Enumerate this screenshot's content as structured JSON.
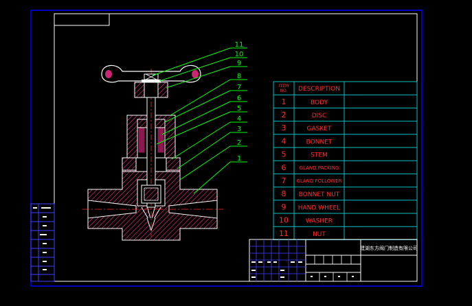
{
  "drawing": {
    "company": "建湖东方阀门制造有限公司",
    "bom_header": {
      "item_no": "ITEM\nNO.",
      "description": "DESCRIPTION"
    },
    "bom_rows": [
      {
        "no": "1",
        "desc": "BODY"
      },
      {
        "no": "2",
        "desc": "DISC"
      },
      {
        "no": "3",
        "desc": "GASKET"
      },
      {
        "no": "4",
        "desc": "BONNET"
      },
      {
        "no": "5",
        "desc": "STEM"
      },
      {
        "no": "6",
        "desc": "GLAND PACKING"
      },
      {
        "no": "7",
        "desc": "GLAND FOLLOWER"
      },
      {
        "no": "8",
        "desc": "BONNET NUT"
      },
      {
        "no": "9",
        "desc": "HAND WHEEL"
      },
      {
        "no": "10",
        "desc": "WASHER"
      },
      {
        "no": "11",
        "desc": "NUT"
      }
    ],
    "leader_labels": [
      "11",
      "10",
      "9",
      "8",
      "7",
      "6",
      "5",
      "4",
      "3",
      "2",
      "1"
    ],
    "colors": {
      "frame": "#0000ff",
      "inner_frame": "#ffffff",
      "bom_grid": "#00c0c0",
      "bom_number": "#ff3030",
      "bom_desc": "#ff3030",
      "leader": "#00ff00",
      "section": "#ff2f8f",
      "outline": "#ffffff",
      "center_line": "#ff3030"
    }
  }
}
